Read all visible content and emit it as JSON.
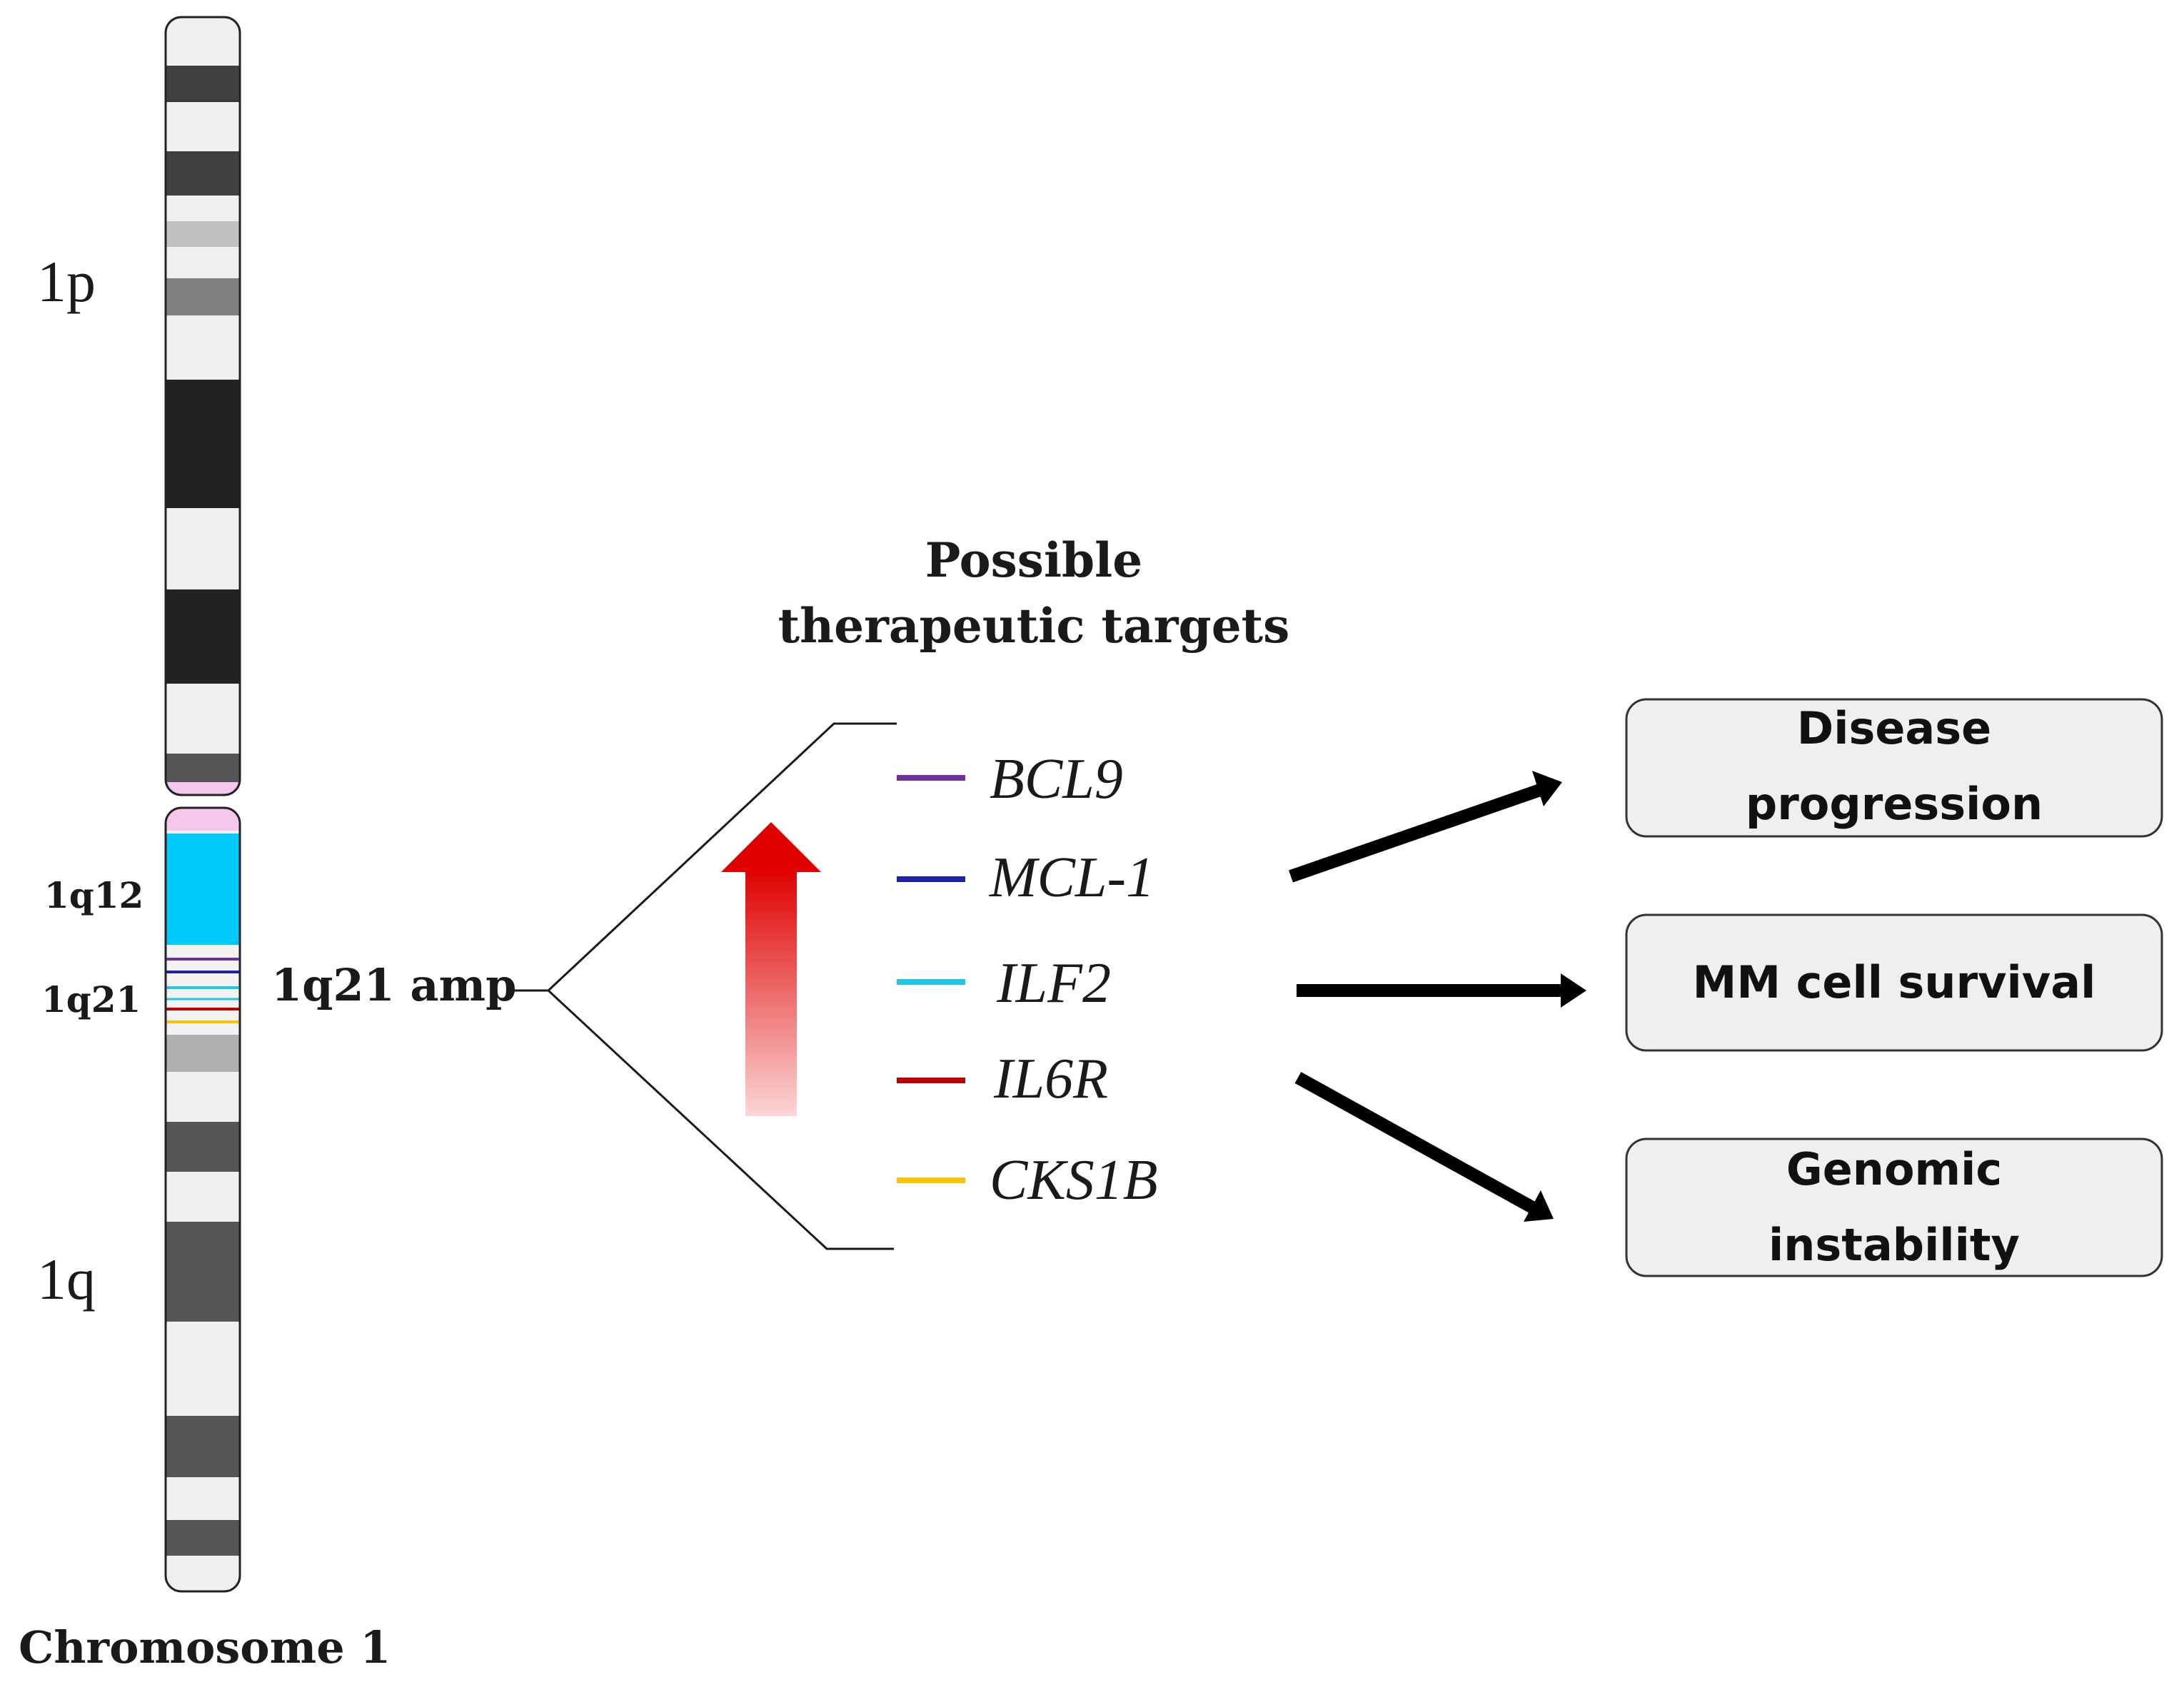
{
  "labels": {
    "arm_p": "1p",
    "arm_q": "1q",
    "band_1q12": "1q12",
    "band_1q21": "1q21",
    "amp": "1q21 amp",
    "chromosome": "Chromosome 1",
    "targets_line1": "Possible",
    "targets_line2": "therapeutic targets"
  },
  "genes": [
    {
      "name": "BCL9",
      "color": "#7030a0"
    },
    {
      "name": "MCL-1",
      "color": "#1f1fa8"
    },
    {
      "name": "ILF2",
      "color": "#1ec8e6"
    },
    {
      "name": "IL6R",
      "color": "#c00000"
    },
    {
      "name": "CKS1B",
      "color": "#ffc000"
    }
  ],
  "outcomes": [
    {
      "line1": "Disease",
      "line2": "progression"
    },
    {
      "line1": "MM cell survival",
      "line2": ""
    },
    {
      "line1": "Genomic",
      "line2": "instability"
    }
  ],
  "colors": {
    "centromere": "#f6c6ec",
    "heterochromatin_1q12": "#00c8f8",
    "upregulation_arrow": "#e00000",
    "box_fill": "#efefef"
  }
}
